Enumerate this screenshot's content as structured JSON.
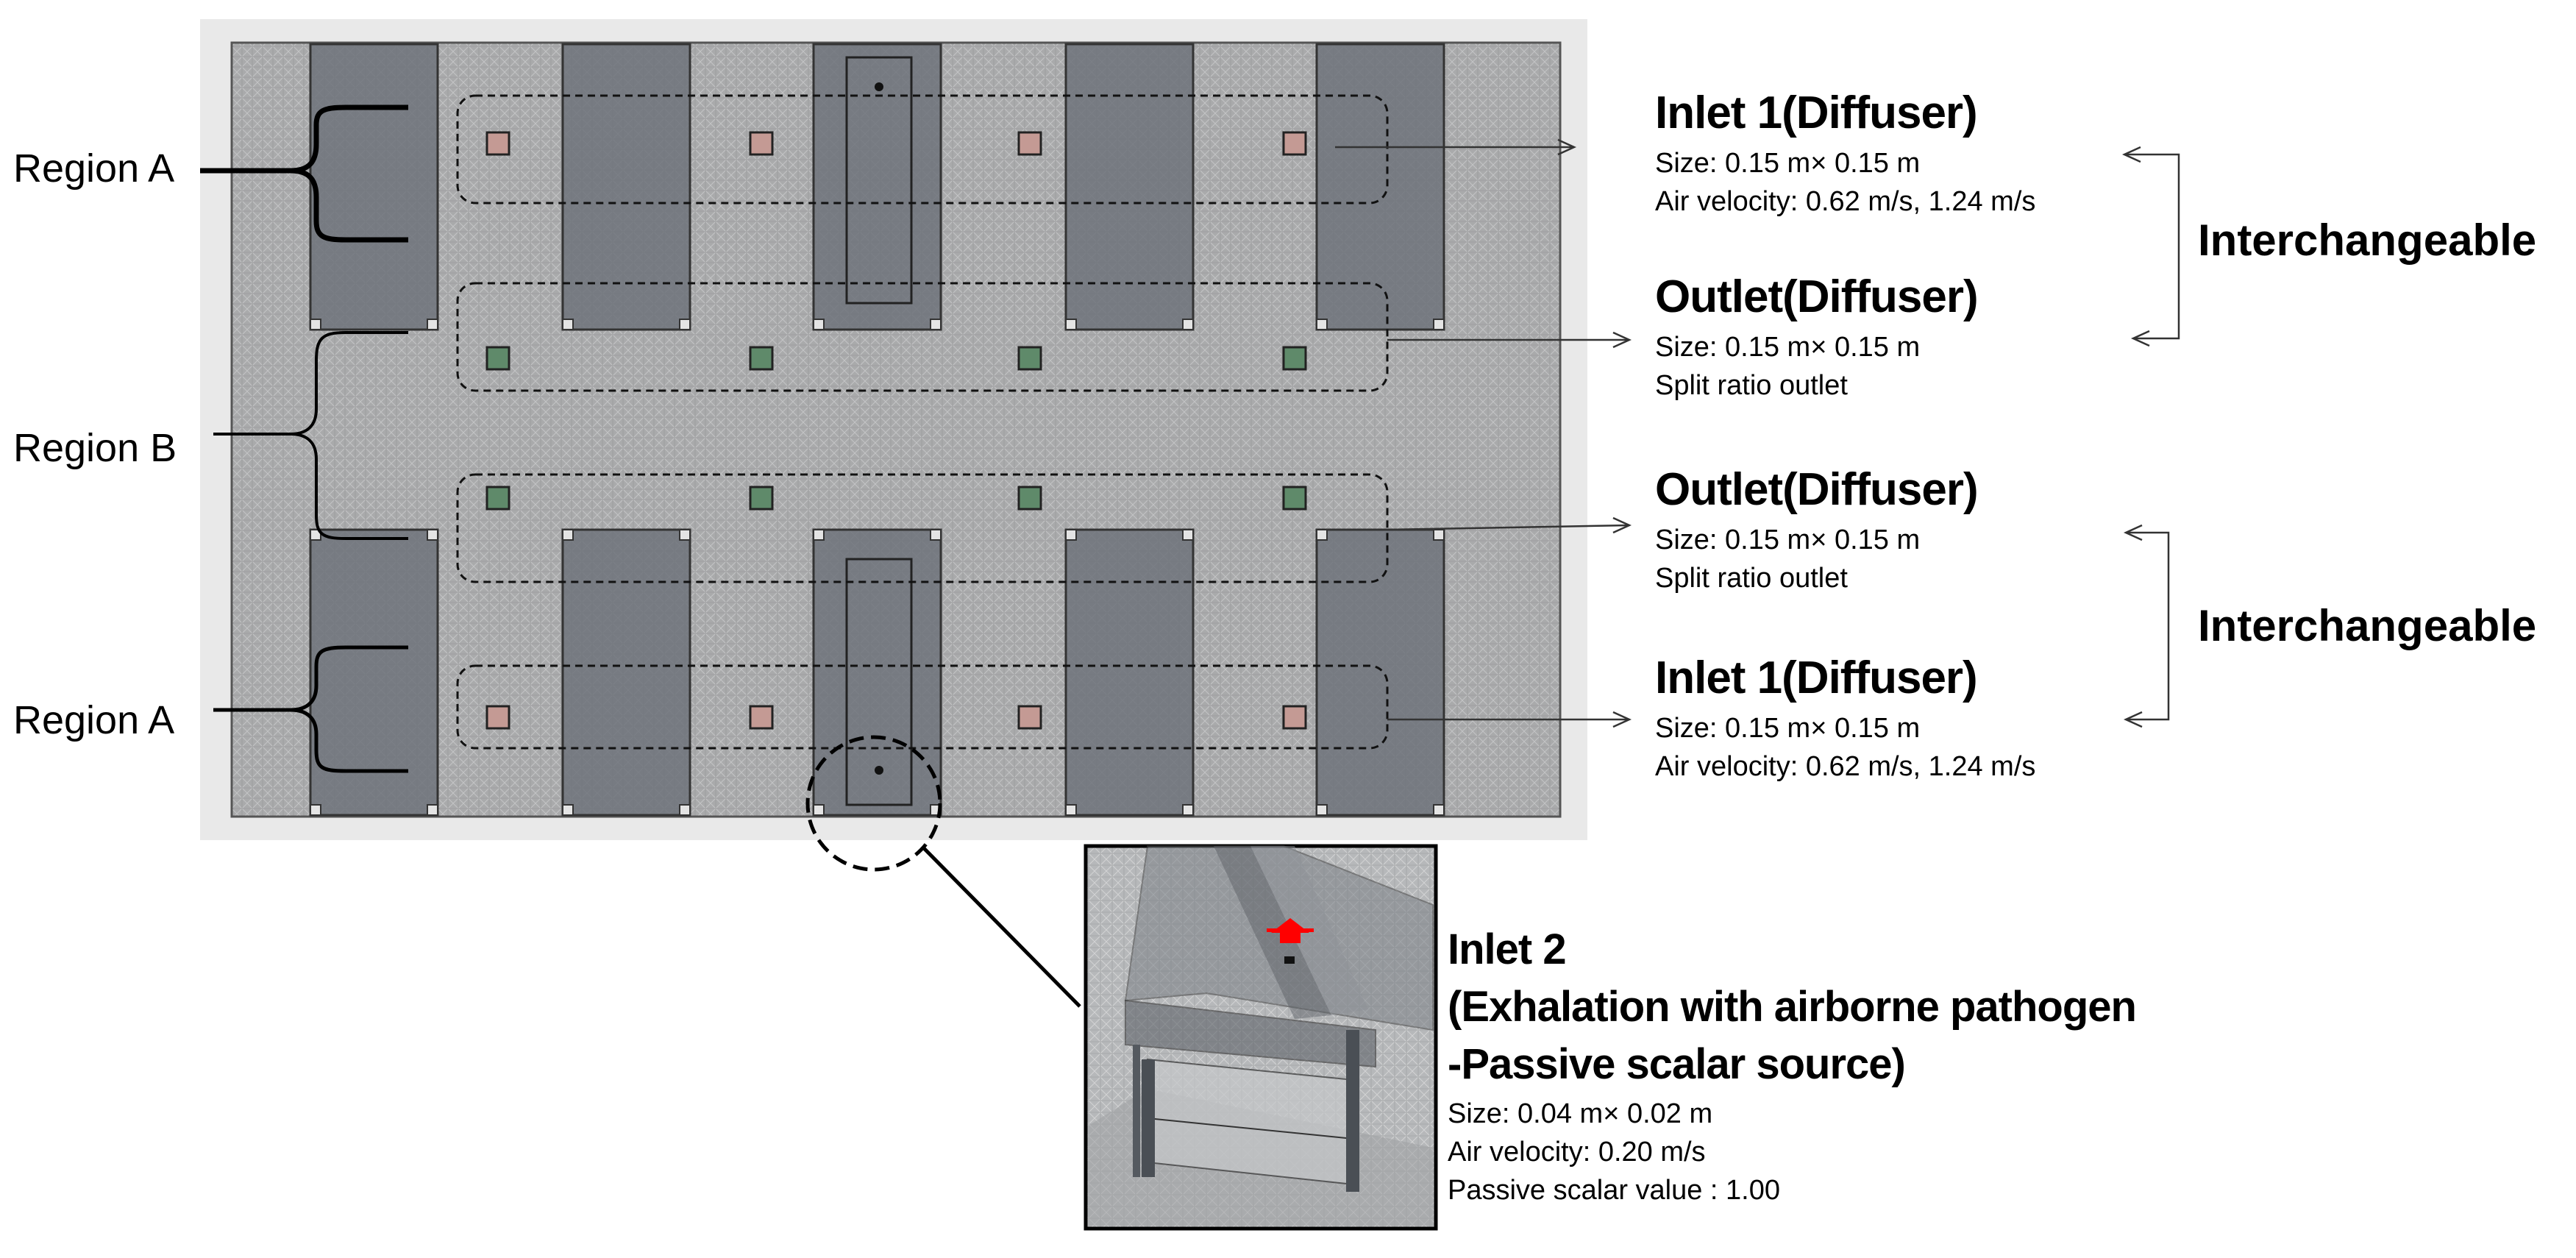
{
  "regions": {
    "top_a": "Region A",
    "b": "Region B",
    "bottom_a": "Region A"
  },
  "inlet_top": {
    "title": "Inlet 1(Diffuser)",
    "size": "Size: 0.15 m× 0.15 m",
    "velocity": "Air velocity: 0.62 m/s, 1.24 m/s"
  },
  "outlet_top": {
    "title": "Outlet(Diffuser)",
    "size": "Size: 0.15 m× 0.15 m",
    "note": "Split ratio outlet"
  },
  "outlet_bottom": {
    "title": "Outlet(Diffuser)",
    "size": "Size: 0.15 m× 0.15 m",
    "note": "Split ratio outlet"
  },
  "inlet_bottom": {
    "title": "Inlet 1(Diffuser)",
    "size": "Size: 0.15 m× 0.15 m",
    "velocity": "Air velocity: 0.62 m/s, 1.24 m/s"
  },
  "interchangeable_top": "Interchangeable",
  "interchangeable_bottom": "Interchangeable",
  "inlet2": {
    "title_line1": "Inlet 2",
    "title_line2": "(Exhalation with airborne pathogen",
    "title_line3": "-Passive scalar source)",
    "size": "Size: 0.04 m× 0.02 m",
    "velocity": "Air velocity: 0.20 m/s",
    "scalar": "Passive scalar value : 1.00"
  },
  "colors": {
    "mesh_bg": "#a9aaab",
    "desk": "#6e737a",
    "inlet_diffuser": "#c49a94",
    "outlet_diffuser": "#5f8a6a",
    "source_marker": "#ff0000"
  }
}
